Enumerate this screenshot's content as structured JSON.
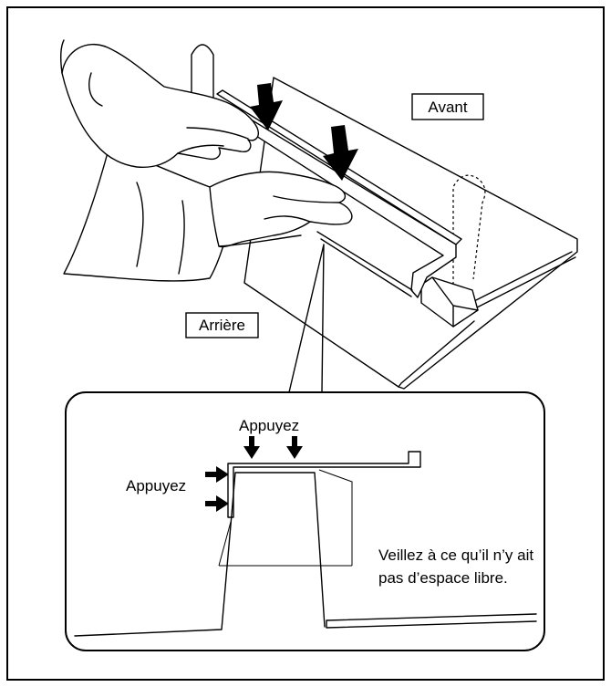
{
  "labels": {
    "front": "Avant",
    "back": "Arrière"
  },
  "detail": {
    "press_top": "Appuyez",
    "press_side": "Appuyez",
    "note_line1": "Veillez à ce qu’il n’y ait",
    "note_line2": "pas d’espace libre."
  },
  "colors": {
    "line": "#000000",
    "background": "#ffffff"
  }
}
